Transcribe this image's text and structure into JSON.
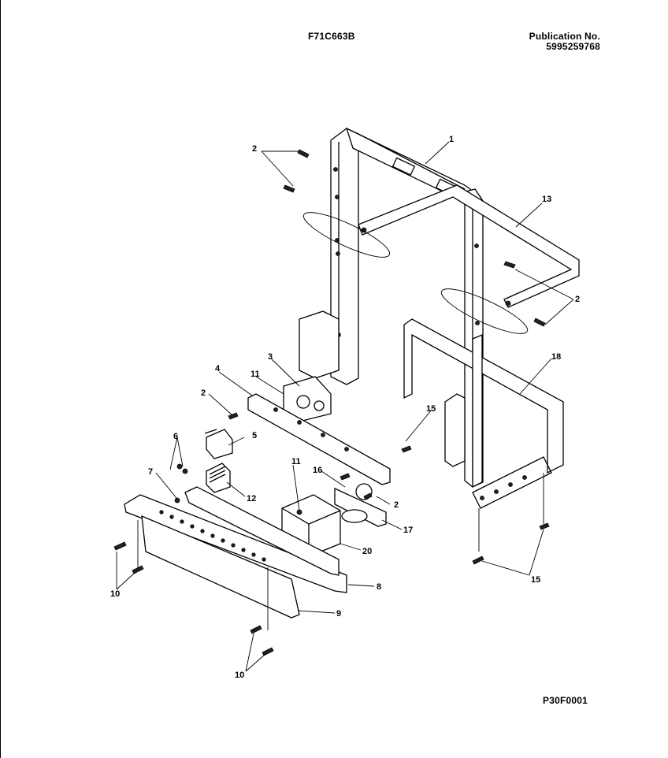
{
  "header": {
    "model": "F71C663B",
    "publication_label": "Publication No.",
    "publication_number": "5995259768"
  },
  "footer": {
    "figure_code": "P30F0001"
  },
  "callouts": {
    "c1": "1",
    "c2a": "2",
    "c2b": "2",
    "c2c": "2",
    "c2d": "2",
    "c3": "3",
    "c4": "4",
    "c5": "5",
    "c6": "6",
    "c7": "7",
    "c8": "8",
    "c9": "9",
    "c10a": "10",
    "c10b": "10",
    "c11a": "11",
    "c11b": "11",
    "c12": "12",
    "c13": "13",
    "c15a": "15",
    "c15b": "15",
    "c16a": "16",
    "c16b": "18",
    "c17": "17",
    "c20": "20"
  }
}
